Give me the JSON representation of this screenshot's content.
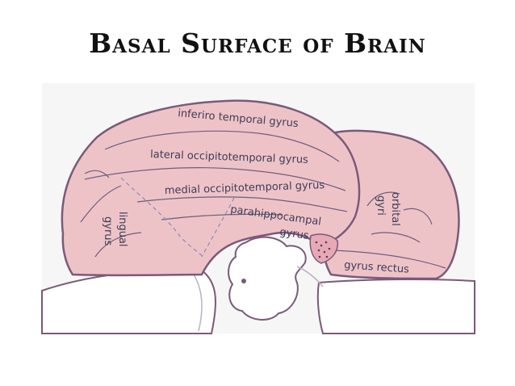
{
  "title": "Basal Surface of Brain",
  "colors": {
    "brain_fill": "#eec3c8",
    "outline": "#7a5a78",
    "sulcus": "#6f5e7c",
    "label": "#3d3d55",
    "panel_bg": "#f6f6f6"
  },
  "labels": {
    "inferiro_temporal": "inferiro temporal gyrus",
    "lateral_occipitotemporal": "lateral occipitotemporal gyrus",
    "medial_occipitotemporal": "medial occipitotemporal gyrus",
    "parahippocampal_line1": "parahippocampal",
    "parahippocampal_line2": "gyrus",
    "lingual_line1": "lingual",
    "lingual_line2": "gyrus",
    "orbital_line1": "orbital",
    "orbital_line2": "gyri",
    "gyrus_rectus": "gyrus rectus"
  }
}
